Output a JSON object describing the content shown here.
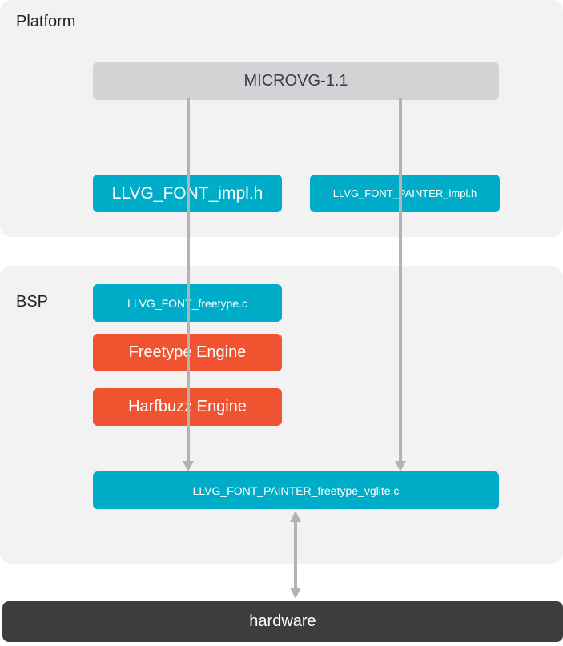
{
  "platform": {
    "title": "Platform",
    "microvg": "MICROVG-1.1",
    "llvg_font_impl": "LLVG_FONT_impl.h",
    "llvg_font_painter_impl": "LLVG_FONT_PAINTER_impl.h"
  },
  "bsp": {
    "title": "BSP",
    "llvg_font_freetype": "LLVG_FONT_freetype.c",
    "freetype_engine": "Freetype Engine",
    "harfbuzz_engine": "Harfbuzz Engine",
    "llvg_font_painter_freetype_vglite": "LLVG_FONT_PAINTER_freetype_vglite.c"
  },
  "hardware": {
    "label": "hardware"
  },
  "colors": {
    "panel": "#f2f2f2",
    "teal": "#00adc8",
    "orange": "#f05330",
    "gray_box": "#d3d2d4",
    "dark_box": "#3d3d3d",
    "arrow": "#b3b3b3"
  }
}
